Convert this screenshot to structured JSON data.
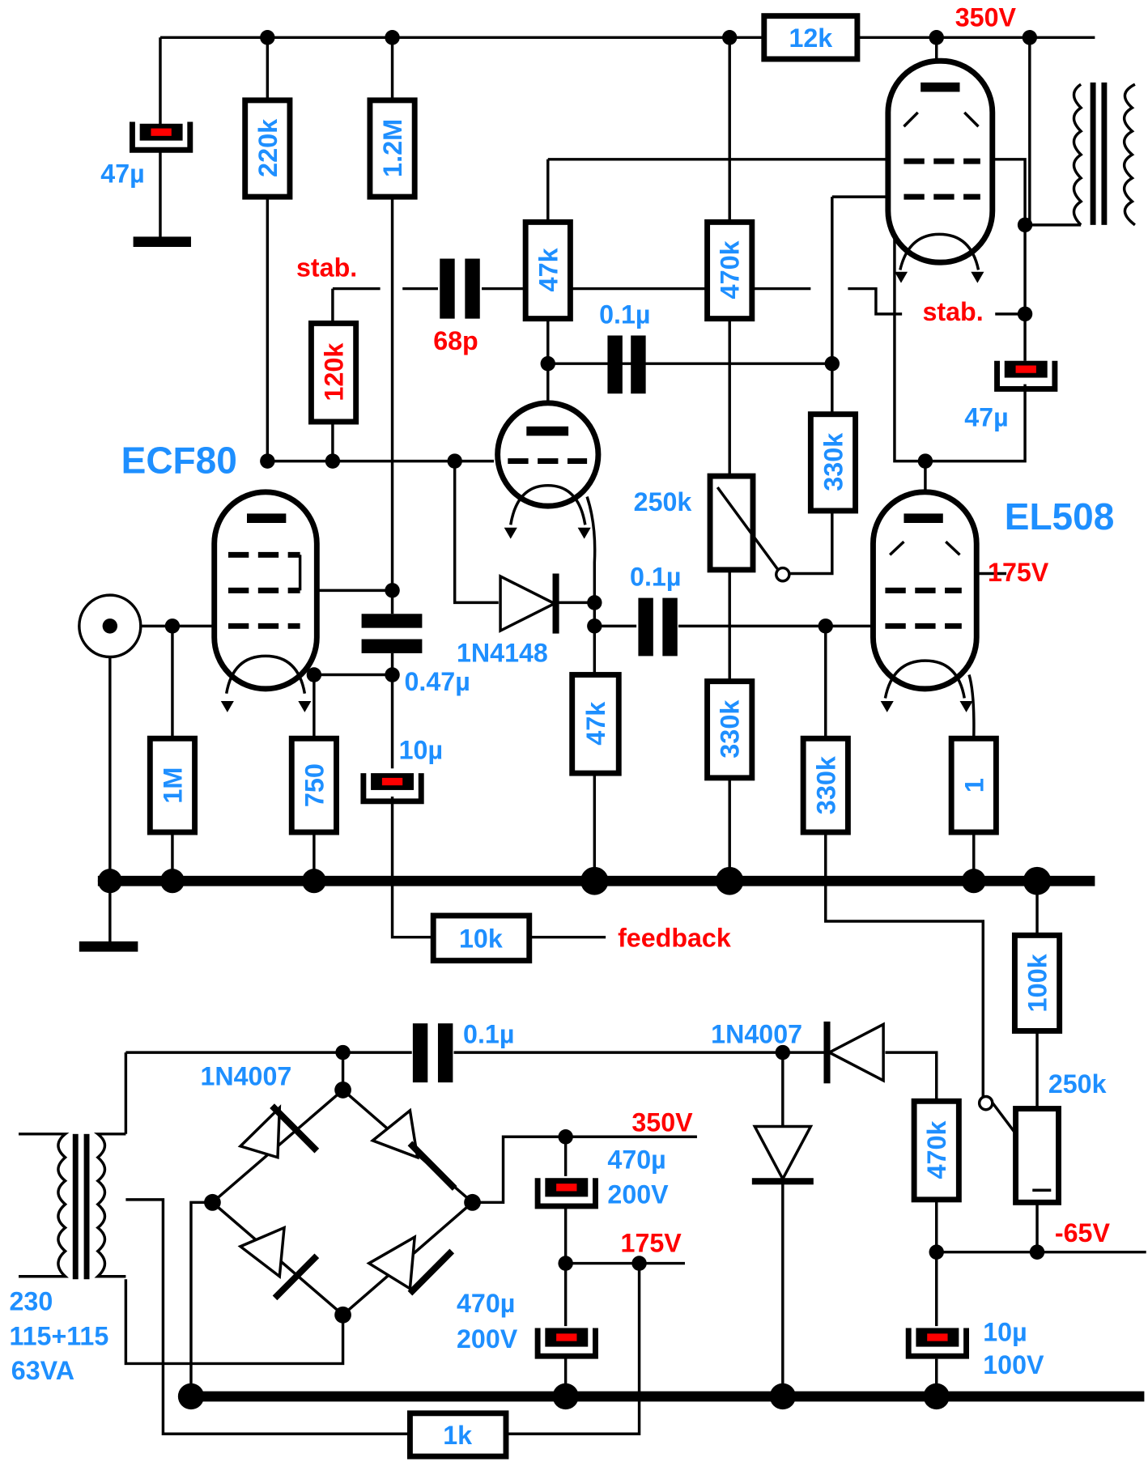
{
  "colors": {
    "label_blue": "#1e8fff",
    "label_red": "#ff0000"
  },
  "tubes": {
    "left": "ECF80",
    "right": "EL508"
  },
  "voltages": {
    "top": "350V",
    "screen": "175V",
    "psu_350": "350V",
    "psu_175": "175V",
    "bias": "-65V"
  },
  "stab_left": "stab.",
  "stab_right": "stab.",
  "feedback": "feedback",
  "resistors": {
    "r12k": "12k",
    "r220k": "220k",
    "r1_2M": "1.2M",
    "r120k": "120k",
    "r47k_top": "47k",
    "r470k_top": "470k",
    "r330k_mid": "330k",
    "pot250k_mid": "250k",
    "r47k_low": "47k",
    "r330k_low": "330k",
    "r1M": "1M",
    "r750": "750",
    "r330k_bias": "330k",
    "r1": "1",
    "r10k": "10k",
    "r100k": "100k",
    "pot250k_bias": "250k",
    "r470k_psu": "470k",
    "r1k": "1k"
  },
  "capacitors": {
    "c47u_left": "47µ",
    "c68p": "68p",
    "c0_1u_top": "0.1µ",
    "c0_1u_mid": "0.1µ",
    "c0_47u": "0.47µ",
    "c10u": "10µ",
    "c47u_right": "47µ",
    "c0_1u_psu": "0.1µ",
    "c470u_a": "470µ",
    "c470u_a_v": "200V",
    "c470u_b": "470µ",
    "c470u_b_v": "200V",
    "c10u_psu": "10µ",
    "c10u_psu_v": "100V"
  },
  "diodes": {
    "d1n4148": "1N4148",
    "bridge": "1N4007",
    "d1n4007": "1N4007"
  },
  "transformer": {
    "line1": "230",
    "line2": "115+115",
    "line3": "63VA"
  }
}
